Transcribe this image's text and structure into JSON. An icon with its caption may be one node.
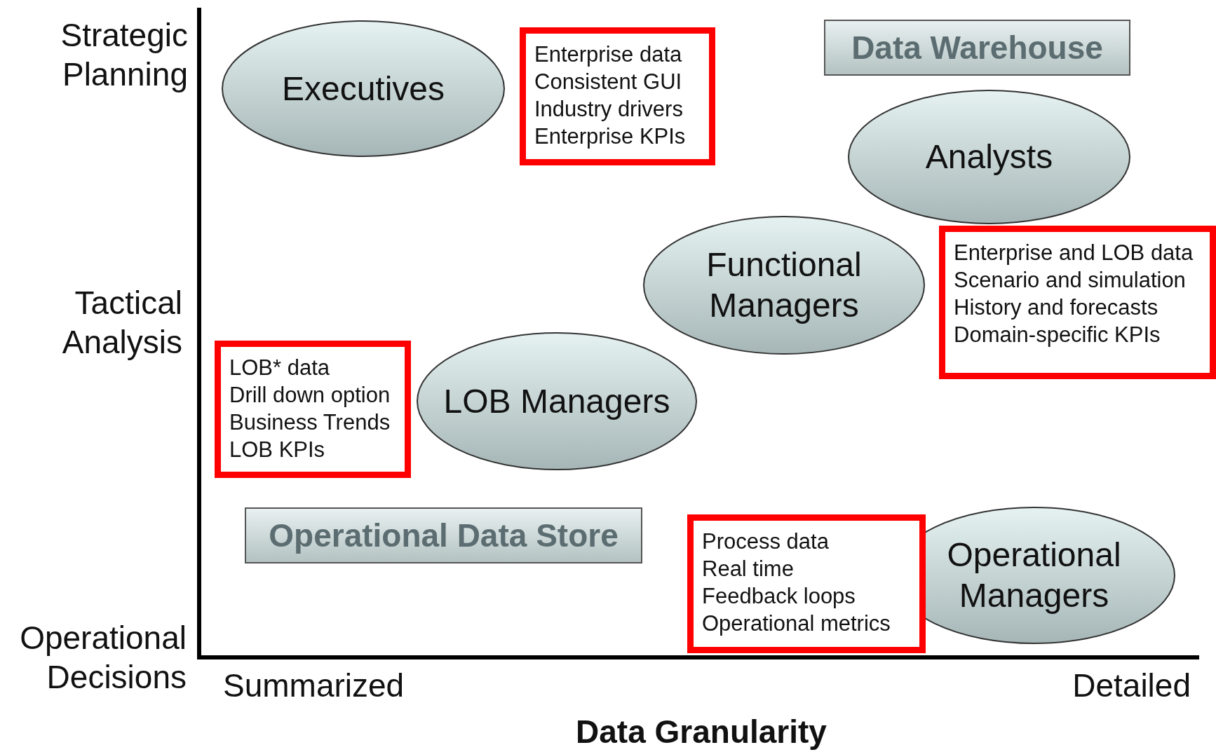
{
  "diagram": {
    "nodes": [
      {
        "text": [
          "Executives"
        ]
      },
      {
        "text": [
          "Enterprise data",
          "Consistent GUI",
          "Industry drivers",
          "Enterprise KPIs"
        ]
      },
      {
        "text": [
          "Data Warehouse"
        ]
      },
      {
        "text": [
          "Analysts"
        ]
      },
      {
        "text": [
          "Functional Managers"
        ]
      },
      {
        "text": [
          "Enterprise and LOB data",
          "Scenario and simulation",
          "History and forecasts",
          "Domain-specific KPIs"
        ]
      },
      {
        "text": [
          "LOB* data",
          "Drill down option",
          "Business Trends",
          "LOB KPIs"
        ]
      },
      {
        "text": [
          "LOB Managers"
        ]
      },
      {
        "text": [
          "Operational Data Store"
        ]
      },
      {
        "text": [
          "Process data",
          "Real time",
          "Feedback loops",
          "Operational metrics"
        ]
      },
      {
        "text": [
          "Operational Managers"
        ]
      }
    ],
    "labels": [
      "Strategic Planning",
      "Tactical Analysis",
      "Operational Decisions",
      "Summarized",
      "Detailed",
      "Data Granularity"
    ]
  }
}
